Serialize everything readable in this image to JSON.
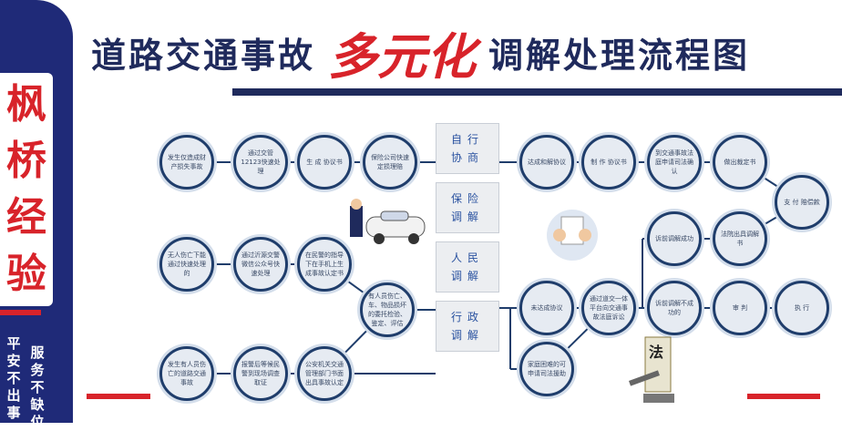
{
  "side": {
    "brand": [
      "枫",
      "桥",
      "经",
      "验"
    ],
    "slogan1": "平安不出事",
    "slogan2": "服务不缺位"
  },
  "title": {
    "part1": "道路交通事故",
    "part2": "多元化",
    "part3": "调解处理流程图"
  },
  "methods": [
    "自行协商",
    "保险调解",
    "人民调解",
    "行政调解"
  ],
  "nodes": {
    "n1": "发生仅造成财产损失事故",
    "n2": "通过交管12123快速处理",
    "n3": "生 成 协议书",
    "n4": "保险公司快速定损理赔",
    "n5": "无人伤亡下能通过快速处理的",
    "n6": "通过沂源交警微信公众号快速处理",
    "n7": "在民警的指导下在手机上生成事故认定书",
    "n8": "有人员伤亡、车、物品损坏的委托检验、鉴定、评估",
    "n9": "发生有人员伤亡的道路交通事故",
    "n10": "报警后等候民警到现场调查取证",
    "n11": "公安机关交通管理部门书面出具事故认定",
    "r1": "达成和解协议",
    "r2": "制 作 协议书",
    "r3": "到交通事故法庭申请司法确认",
    "r4": "做出裁定书",
    "r5": "支 付 赔偿款",
    "r6": "诉前调解成功",
    "r7": "法院出具调解书",
    "r8": "未达成协议",
    "r9": "通过道交一体平台向交通事故法庭诉讼",
    "r10": "诉前调解不成功的",
    "r11": "审 判",
    "r12": "执 行",
    "r13": "家庭困难的可申请司法援助"
  },
  "colors": {
    "navy": "#1f2a5c",
    "red": "#d8232a"
  }
}
